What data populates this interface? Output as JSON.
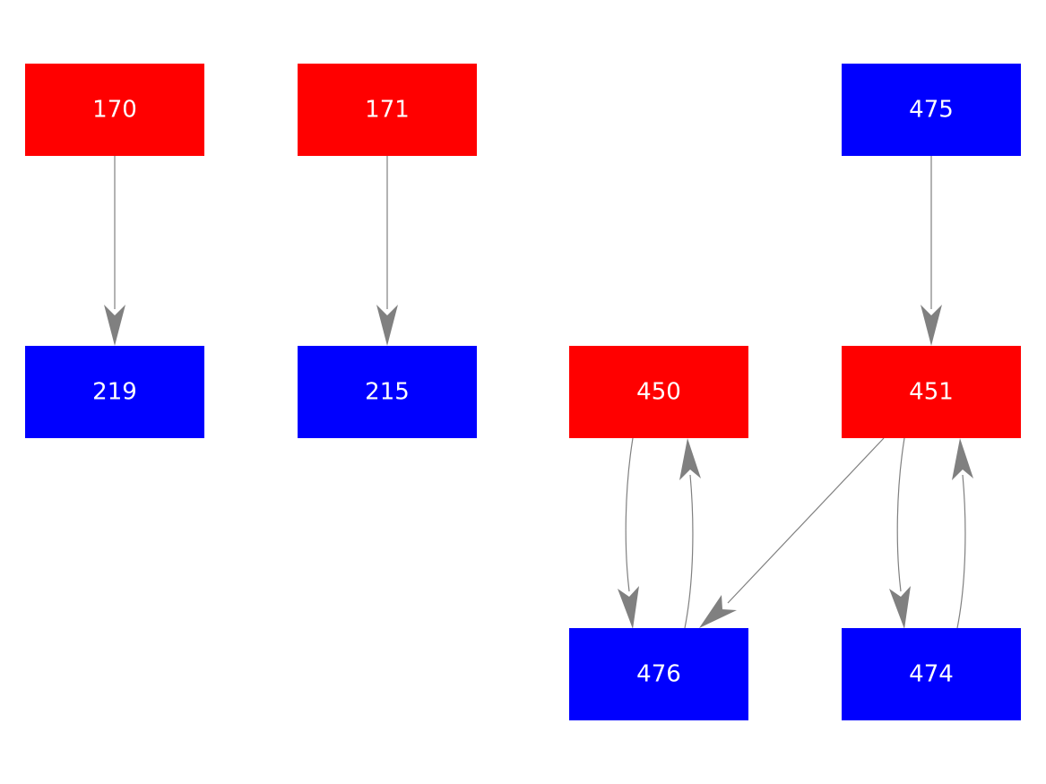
{
  "colors": {
    "red_node": "#ff0000",
    "blue_node": "#0000ff",
    "edge": "#808080",
    "label": "#ffffff"
  },
  "nodes": [
    {
      "id": "170",
      "label": "170",
      "color": "red"
    },
    {
      "id": "171",
      "label": "171",
      "color": "red"
    },
    {
      "id": "475",
      "label": "475",
      "color": "blue"
    },
    {
      "id": "219",
      "label": "219",
      "color": "blue"
    },
    {
      "id": "215",
      "label": "215",
      "color": "blue"
    },
    {
      "id": "450",
      "label": "450",
      "color": "red"
    },
    {
      "id": "451",
      "label": "451",
      "color": "red"
    },
    {
      "id": "476",
      "label": "476",
      "color": "blue"
    },
    {
      "id": "474",
      "label": "474",
      "color": "blue"
    }
  ],
  "edges": [
    {
      "from": "170",
      "to": "219"
    },
    {
      "from": "171",
      "to": "215"
    },
    {
      "from": "475",
      "to": "451"
    },
    {
      "from": "450",
      "to": "476"
    },
    {
      "from": "476",
      "to": "450"
    },
    {
      "from": "451",
      "to": "476"
    },
    {
      "from": "451",
      "to": "474"
    },
    {
      "from": "474",
      "to": "451"
    }
  ]
}
